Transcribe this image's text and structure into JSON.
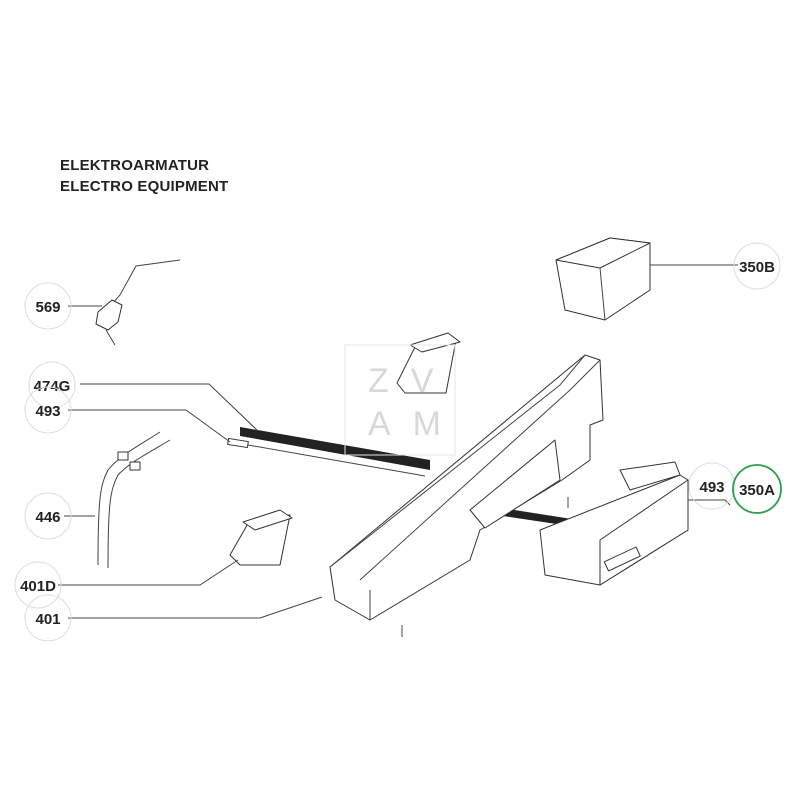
{
  "title": {
    "line1": "ELEKTROARMATUR",
    "line2": "ELECTRO EQUIPMENT"
  },
  "watermark": {
    "line1": "ZV",
    "line2": "AM"
  },
  "callouts": [
    {
      "id": "569",
      "part": "power-plug-cable"
    },
    {
      "id": "474G",
      "part": "ribbon-cable"
    },
    {
      "id": "493",
      "part": "cable-left"
    },
    {
      "id": "446",
      "part": "thermocouple-wires"
    },
    {
      "id": "401D",
      "part": "clip"
    },
    {
      "id": "401",
      "part": "control-panel-housing"
    },
    {
      "id": "350B",
      "part": "control-module"
    },
    {
      "id": "493",
      "part": "cable-right"
    },
    {
      "id": "350A",
      "part": "control-panel-front",
      "highlighted": true
    }
  ],
  "colors": {
    "highlight": "#2e9e4a",
    "line": "#444444"
  }
}
